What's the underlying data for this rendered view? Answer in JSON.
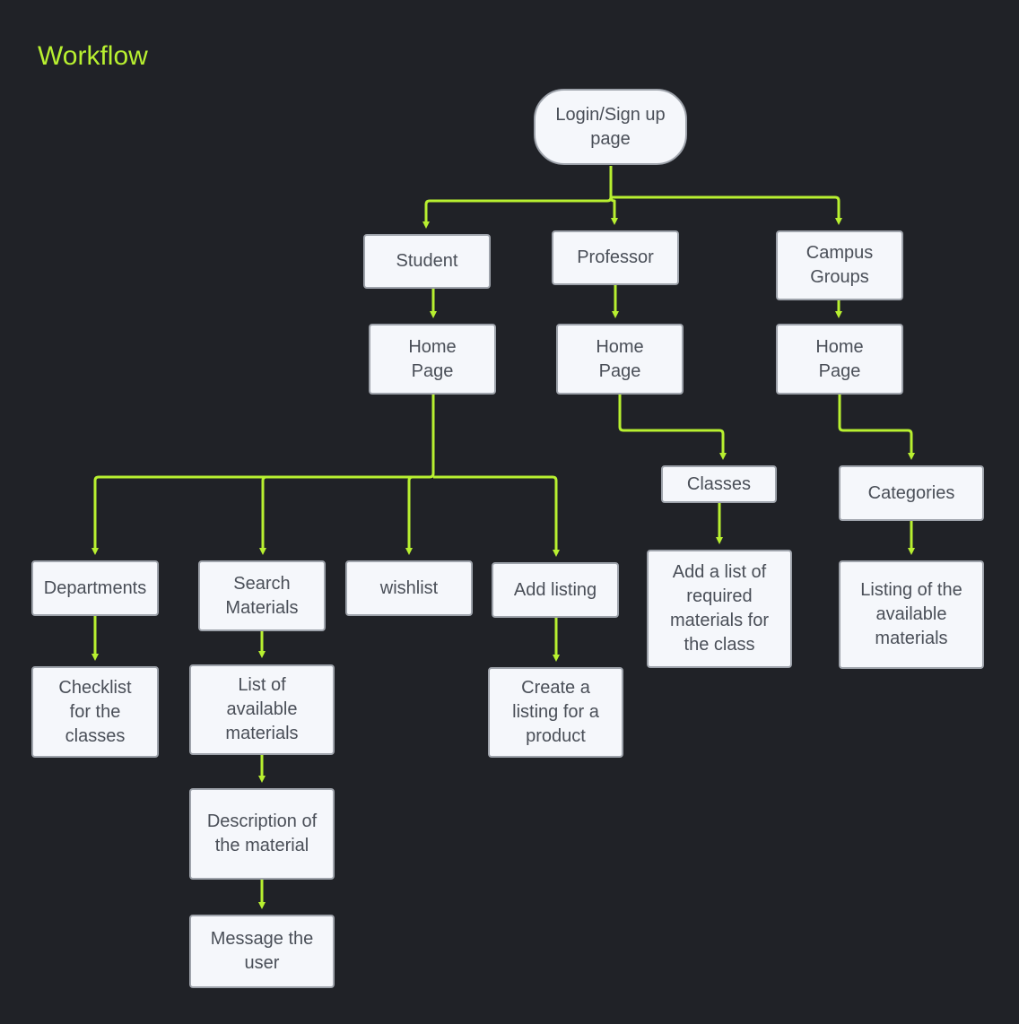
{
  "title": "Workflow",
  "colors": {
    "background": "#202227",
    "accent": "#b8f030",
    "node_fill": "#f5f7fb",
    "node_border": "#9ea3ab",
    "node_text": "#4a4f58"
  },
  "nodes": {
    "login": "Login/Sign up\npage",
    "student": "Student",
    "professor": "Professor",
    "campus_groups": "Campus\nGroups",
    "student_home": "Home\nPage",
    "professor_home": "Home\nPage",
    "campus_home": "Home\nPage",
    "departments": "Departments",
    "search_materials": "Search\nMaterials",
    "wishlist": "wishlist",
    "add_listing": "Add listing",
    "checklist": "Checklist\nfor the\nclasses",
    "list_materials": "List of\navailable\nmaterials",
    "description": "Description of\nthe material",
    "message_user": "Message the\nuser",
    "create_listing": "Create a\nlisting for a\nproduct",
    "classes": "Classes",
    "add_required": "Add a list of\nrequired\nmaterials for\nthe class",
    "categories": "Categories",
    "listing_available": "Listing of the\navailable\nmaterials"
  }
}
